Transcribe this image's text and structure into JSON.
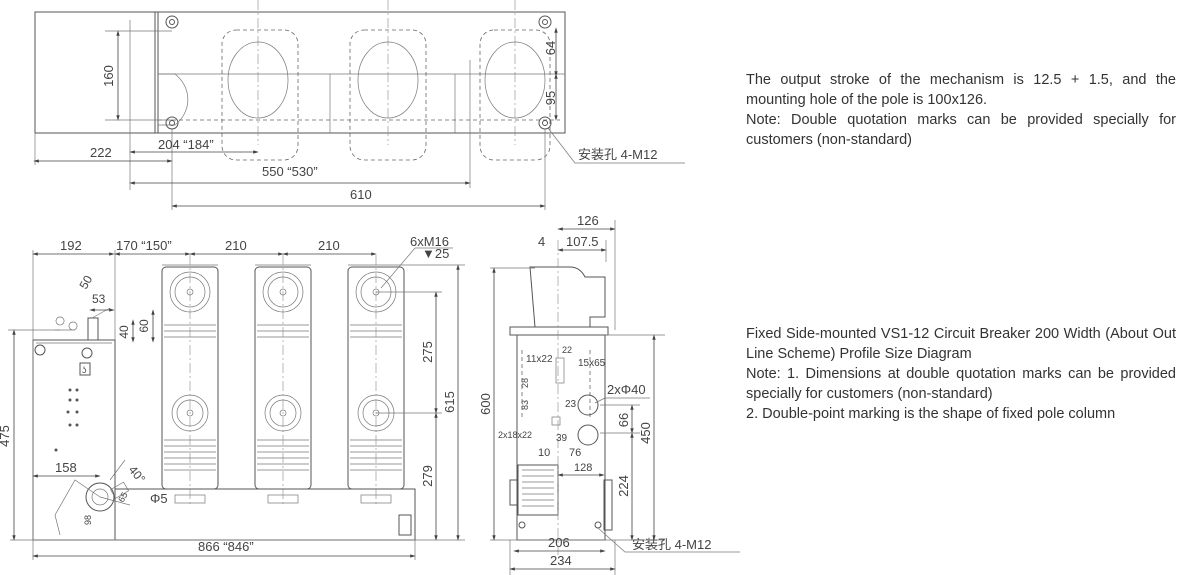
{
  "top_view": {
    "dims": {
      "d160": "160",
      "d64": "64",
      "d95": "95",
      "d222": "222",
      "d204": "204 “184”",
      "d550": "550 “530”",
      "d610": "610"
    },
    "mount_hole": "安装孔 4-M12"
  },
  "front_view": {
    "dims": {
      "d192": "192",
      "d170": "170 “150”",
      "d210a": "210",
      "d210b": "210",
      "m16": "6xM16",
      "depth": "▼25",
      "d50": "50",
      "d53": "53",
      "d40": "40",
      "d60": "60",
      "d475": "475",
      "d158": "158",
      "ang": "40°",
      "phi5": "Φ5",
      "d98": "98",
      "d65": "65",
      "d275": "275",
      "d615": "615",
      "d279": "279",
      "d866": "866 “846”"
    }
  },
  "side_view": {
    "dims": {
      "d126": "126",
      "d4": "4",
      "d107": "107.5",
      "d600": "600",
      "d22": "22",
      "d11x22": "11x22",
      "d15x65": "15x65",
      "d2phi40": "2xΦ40",
      "d28": "28",
      "d83": "83",
      "d23": "23",
      "d66": "66",
      "d450": "450",
      "d2x18x22": "2x18x22",
      "d39": "39",
      "d10": "10",
      "d76": "76",
      "d128": "128",
      "d224": "224",
      "d206": "206",
      "d234": "234"
    },
    "mount_hole": "安装孔 4-M12"
  },
  "notes": {
    "top": [
      "The output stroke of the mechanism is 12.5 + 1.5, and the mounting hole of the pole is 100x126.",
      "Note: Double quotation marks can be provided specially for customers (non-standard)"
    ],
    "bottom": [
      "Fixed Side-mounted VS1-12 Circuit Breaker 200 Width (About Out Line Scheme) Profile Size Diagram",
      "Note: 1. Dimensions at double quotation marks can be provided specially for customers (non-standard)",
      "2. Double-point marking is the shape of fixed pole column"
    ]
  }
}
